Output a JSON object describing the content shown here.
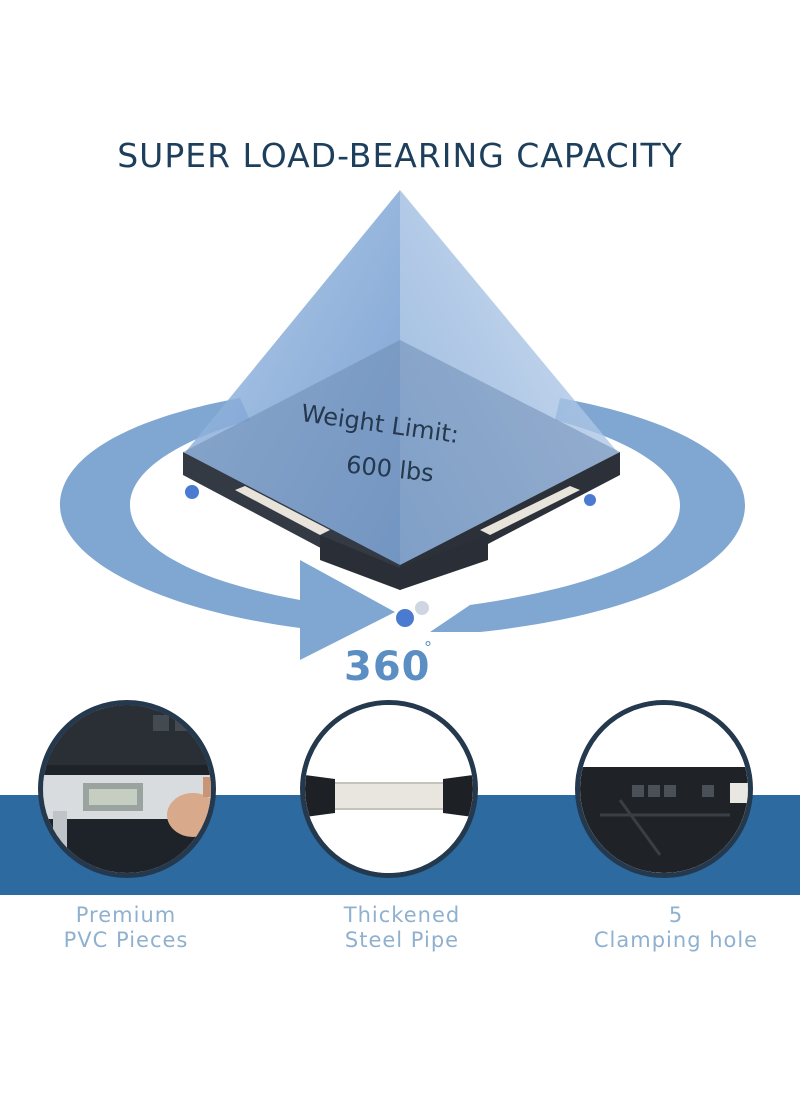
{
  "headline": "SUPER LOAD-BEARING CAPACITY",
  "hero": {
    "weight_line1": "Weight Limit:",
    "weight_line2": "600 lbs",
    "rotation_value": "360",
    "rotation_unit": "°"
  },
  "features": [
    {
      "line1": "Premium",
      "line2": "PVC Pieces",
      "icon": "caliper-measurement-photo"
    },
    {
      "line1": "Thickened",
      "line2": "Steel Pipe",
      "icon": "steel-pipe-photo"
    },
    {
      "line1": "5",
      "line2": "Clamping hole",
      "icon": "clamping-hole-photo"
    }
  ],
  "colors": {
    "headline": "#1d3f5c",
    "band": "#2c6aa0",
    "caption": "#8fb1cf",
    "arrow": "#6f9dcb",
    "pyramid": "#5a87c0"
  }
}
